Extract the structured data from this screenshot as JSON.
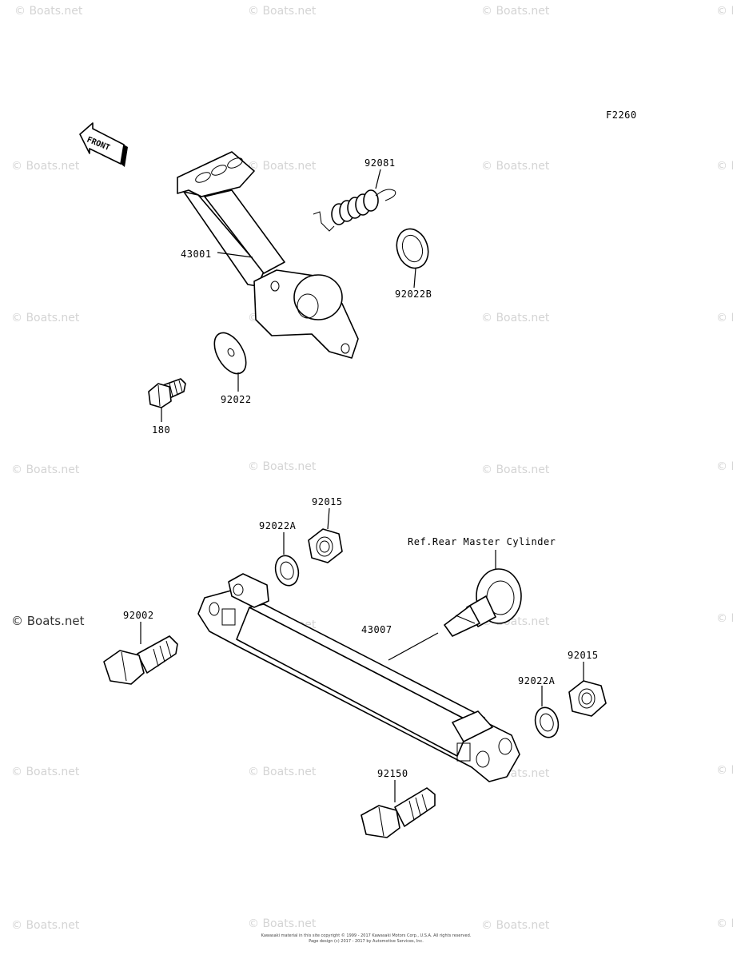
{
  "diagram_code": "F2260",
  "front_arrow_text": "FRONT",
  "watermark": "© Boats.net",
  "labels": {
    "p92081": "92081",
    "p43001": "43001",
    "p92022B": "92022B",
    "p92022": "92022",
    "p180": "180",
    "p92015_top": "92015",
    "p92022A_top": "92022A",
    "ref_rear_master_cylinder": "Ref.Rear Master Cylinder",
    "p92002": "92002",
    "p43007": "43007",
    "p92015_right": "92015",
    "p92022A_right": "92022A",
    "p92150": "92150"
  },
  "copyright_line1": "Kawasaki material in this site copyright © 1999 - 2017 Kawasaki Motors Corp., U.S.A. All rights reserved.",
  "copyright_line2": "Page design (c) 2017 - 2017 by Automotive Services, Inc."
}
